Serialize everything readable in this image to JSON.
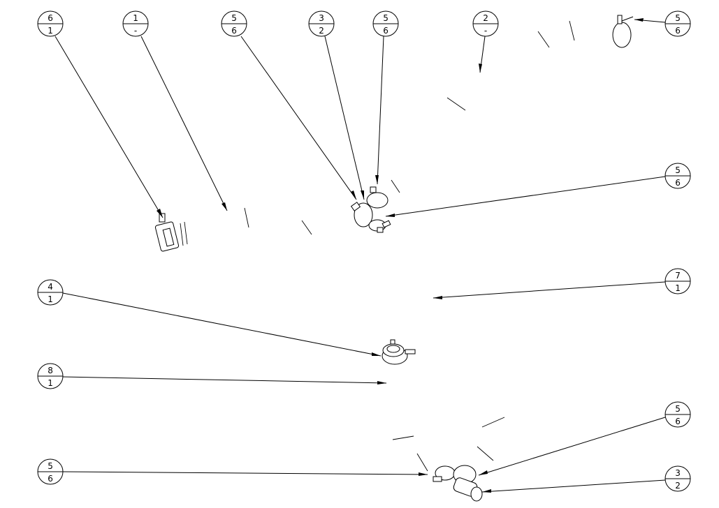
{
  "balloons": [
    {
      "top": "6",
      "bottom": "1"
    },
    {
      "top": "1",
      "bottom": "-"
    },
    {
      "top": "5",
      "bottom": "6"
    },
    {
      "top": "3",
      "bottom": "2"
    },
    {
      "top": "5",
      "bottom": "6"
    },
    {
      "top": "2",
      "bottom": "-"
    },
    {
      "top": "5",
      "bottom": "6"
    },
    {
      "top": "5",
      "bottom": "6"
    },
    {
      "top": "7",
      "bottom": "1"
    },
    {
      "top": "4",
      "bottom": "1"
    },
    {
      "top": "8",
      "bottom": "1"
    },
    {
      "top": "5",
      "bottom": "6"
    },
    {
      "top": "5",
      "bottom": "6"
    },
    {
      "top": "3",
      "bottom": "2"
    }
  ]
}
